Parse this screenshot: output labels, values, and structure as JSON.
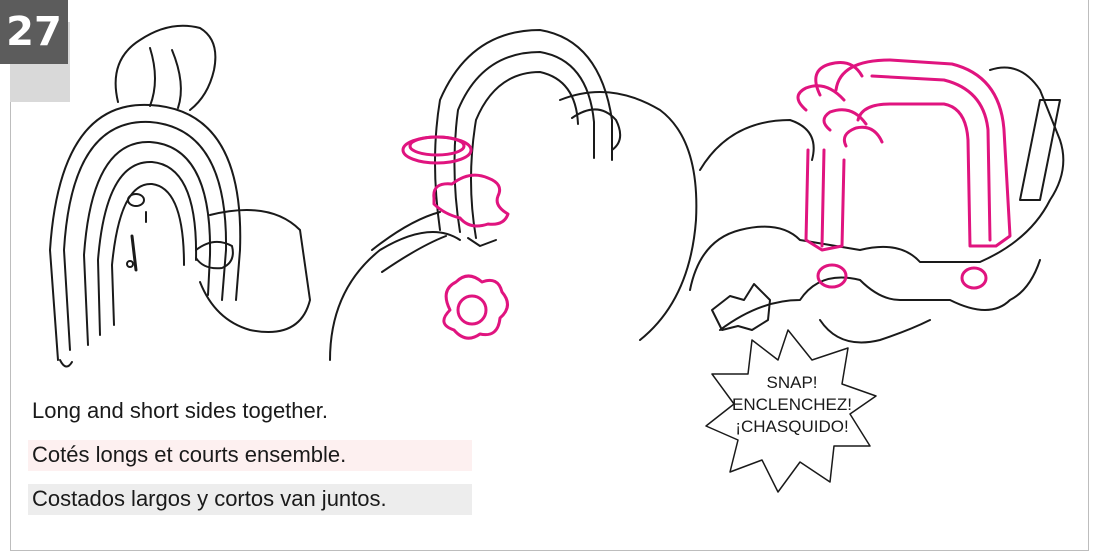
{
  "step_number": "27",
  "captions": {
    "english": "Long and short sides together.",
    "french": "Cotés longs et courts ensemble.",
    "spanish": "Costados largos y cortos van juntos."
  },
  "snap_burst": {
    "line1": "SNAP!",
    "line2": "ENCLENCHEZ!",
    "line3": "¡CHASQUIDO!"
  },
  "colors": {
    "badge": "#5c5c5c",
    "accent_magenta": "#e0147f",
    "line_art": "#1a1a1a"
  }
}
